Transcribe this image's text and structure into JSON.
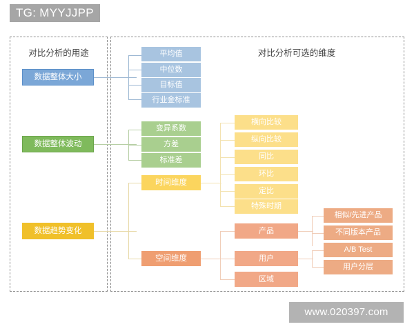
{
  "header": {
    "tag_label": "TG: MYYJJPP"
  },
  "watermark": {
    "text": "www.020397.com"
  },
  "panels": {
    "left_title": "对比分析的用途",
    "right_title": "对比分析可选的维度"
  },
  "diagram": {
    "type": "tree",
    "purposes": [
      {
        "label": "数据整体大小",
        "color": "#7ba7d7"
      },
      {
        "label": "数据整体波动",
        "color": "#7fba5c"
      },
      {
        "label": "数据趋势变化",
        "color": "#f0c02a"
      }
    ],
    "size_metrics": [
      {
        "label": "平均值"
      },
      {
        "label": "中位数"
      },
      {
        "label": "目标值"
      },
      {
        "label": "行业金标准"
      }
    ],
    "volatility_metrics": [
      {
        "label": "变异系数"
      },
      {
        "label": "方差"
      },
      {
        "label": "标准差"
      }
    ],
    "trend_dimensions": [
      {
        "label": "时间维度",
        "color": "#fbd55e"
      },
      {
        "label": "空间维度",
        "color": "#ef9e71"
      }
    ],
    "time_items": [
      {
        "label": "横向比较"
      },
      {
        "label": "纵向比较"
      },
      {
        "label": "同比"
      },
      {
        "label": "环比"
      },
      {
        "label": "定比"
      },
      {
        "label": "特殊时期"
      }
    ],
    "space_items": [
      {
        "label": "产品"
      },
      {
        "label": "用户"
      },
      {
        "label": "区域"
      }
    ],
    "product_items": [
      {
        "label": "相似/先进产品"
      },
      {
        "label": "不同版本产品"
      }
    ],
    "user_items": [
      {
        "label": "A/B Test"
      },
      {
        "label": "用户分层"
      }
    ]
  }
}
